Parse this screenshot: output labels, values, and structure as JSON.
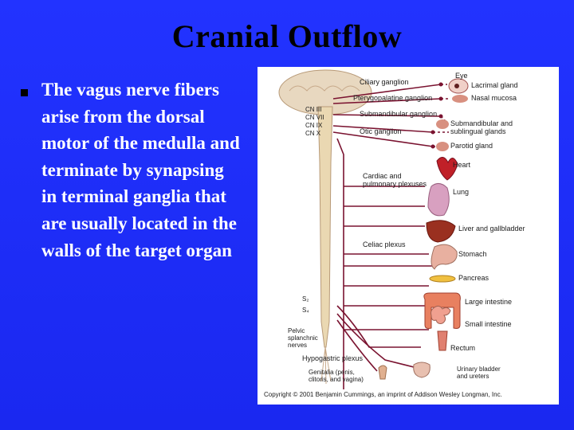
{
  "slide": {
    "title": "Cranial Outflow",
    "bullet": "The vagus nerve fibers arise from the dorsal motor of the medulla and terminate by synapsing in terminal ganglia that are usually located in the walls of the target organ"
  },
  "figure": {
    "labels": {
      "eye": "Eye",
      "ciliary": "Ciliary ganglion",
      "lacrimal": "Lacrimal gland",
      "pterygo": "Pterygopalatine ganglion",
      "nasal": "Nasal mucosa",
      "cn3": "CN III",
      "cn7": "CN VII",
      "cn9": "CN IX",
      "cn10": "CN X",
      "submandibular_ganglion": "Submandibular ganglion",
      "submandibular_glands_1": "Submandibular and",
      "submandibular_glands_2": "sublingual glands",
      "otic": "Otic ganglion",
      "parotid": "Parotid gland",
      "heart": "Heart",
      "cardiac_1": "Cardiac and",
      "cardiac_2": "pulmonary plexuses",
      "lung": "Lung",
      "liver": "Liver and gallbladder",
      "celiac": "Celiac plexus",
      "stomach": "Stomach",
      "pancreas": "Pancreas",
      "s2": "S₂",
      "s4": "S₄",
      "large_intestine": "Large intestine",
      "pelvic_1": "Pelvic",
      "pelvic_2": "splanchnic",
      "pelvic_3": "nerves",
      "small_intestine": "Small intestine",
      "rectum": "Rectum",
      "hypogastric": "Hypogastric plexus",
      "genitalia_1": "Genitalia (penis,",
      "genitalia_2": "clitoris, and vagina)",
      "urinary_1": "Urinary bladder",
      "urinary_2": "and ureters",
      "copyright": "Copyright © 2001 Benjamin Cummings, an imprint of Addison Wesley Longman, Inc."
    }
  }
}
